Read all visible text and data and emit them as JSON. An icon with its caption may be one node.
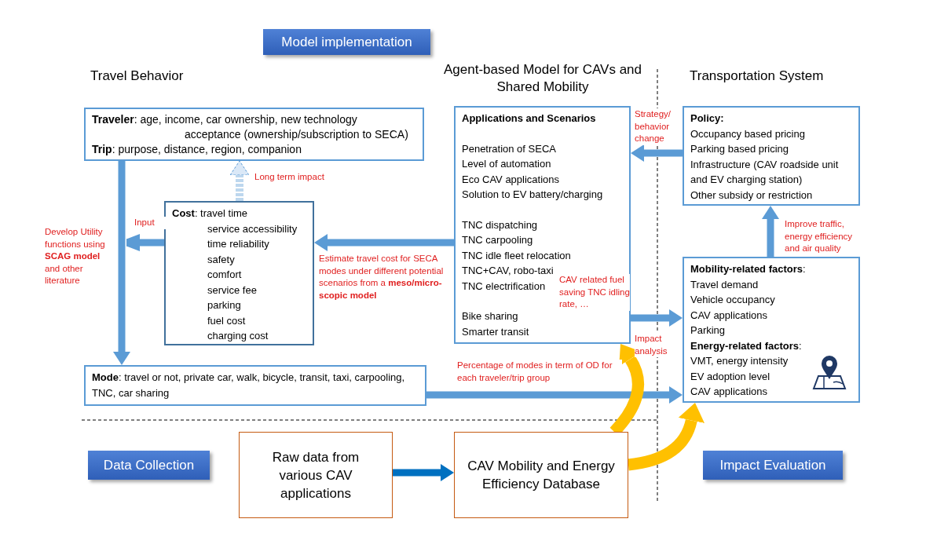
{
  "diagram": {
    "nodes": [
      {
        "text": [
          "**Traveler**: age, income, car ownership, new technology acceptance (ownership/subscription to SECA)",
          "**Trip**: purpose, distance, region, companion"
        ]
      },
      {
        "text": [
          "**Cost**: travel time",
          "service accessibility",
          "time reliability",
          "safety",
          "comfort",
          "service fee",
          "parking",
          "fuel cost",
          "charging cost"
        ]
      },
      {
        "text": [
          "**Mode**: travel or not, private car, walk, bicycle, transit, taxi, carpooling, TNC, car sharing"
        ]
      },
      {
        "text": [
          "Applications and Scenarios",
          "Penetration of SECA",
          "Level of automation",
          "Eco CAV applications",
          "Solution to EV battery/charging",
          "TNC dispatching",
          "TNC carpooling",
          "TNC idle fleet relocation",
          "TNC+CAV, robo-taxi",
          "TNC electrification",
          "Bike sharing",
          "Smarter transit"
        ]
      },
      {
        "text": [
          "Policy:",
          "Occupancy based pricing",
          "Parking based pricing",
          "Infrastructure (CAV roadside unit and EV charging station)",
          "Other subsidy or restriction"
        ]
      },
      {
        "text": [
          "**Mobility-related factors**:",
          "Travel demand",
          "Vehicle occupancy",
          "CAV applications",
          "Parking",
          "**Energy-related factors**:",
          "VMT, energy intensity",
          "EV adoption level",
          "CAV applications"
        ]
      },
      {
        "text": [
          "Raw data from various CAV applications"
        ]
      },
      {
        "text": [
          "CAV Mobility and Energy Efficiency Database"
        ]
      },
      {
        "text": [
          "Model implementation"
        ]
      },
      {
        "text": [
          "Data Collection"
        ]
      },
      {
        "text": [
          "Impact Evaluation"
        ]
      }
    ],
    "edges": [
      {
        "from": 0,
        "to": 2,
        "arrow": "to",
        "label": "Develop Utility functions using **SCAG model** and other literature"
      },
      {
        "from": 1,
        "to": 0,
        "arrow": "to",
        "label": "Long term impact",
        "style": "dashed",
        "color": "#bdd7ee"
      },
      {
        "from": 1,
        "to": null,
        "arrow": "to",
        "label": "Input"
      },
      {
        "from": 3,
        "to": 1,
        "arrow": "to",
        "label": "Estimate travel cost for SECA modes under different potential scenarios from a **meso/micro-scopic model**"
      },
      {
        "from": 4,
        "to": 3,
        "arrow": "to",
        "label": "Strategy/ behavior change"
      },
      {
        "from": 5,
        "to": 4,
        "arrow": "to",
        "label": "Improve traffic, energy efficiency and air quality"
      },
      {
        "from": 3,
        "to": 5,
        "arrow": "to",
        "label": "CAV related fuel saving TNC idling rate, …"
      },
      {
        "from": 2,
        "to": 5,
        "arrow": "to",
        "label": "Percentage of modes in term of OD for each traveler/trip group"
      },
      {
        "from": 6,
        "to": 7,
        "arrow": "to",
        "color": "#0070c0"
      },
      {
        "from": 7,
        "to": 3,
        "arrow": "to",
        "label": "Impact analysis",
        "color": "#ffc000"
      },
      {
        "from": 7,
        "to": 5,
        "arrow": "to",
        "color": "#ffc000"
      }
    ],
    "labels": [
      "Travel Behavior",
      "Agent-based Model for CAVs and Shared Mobility",
      "Transportation System"
    ]
  }
}
